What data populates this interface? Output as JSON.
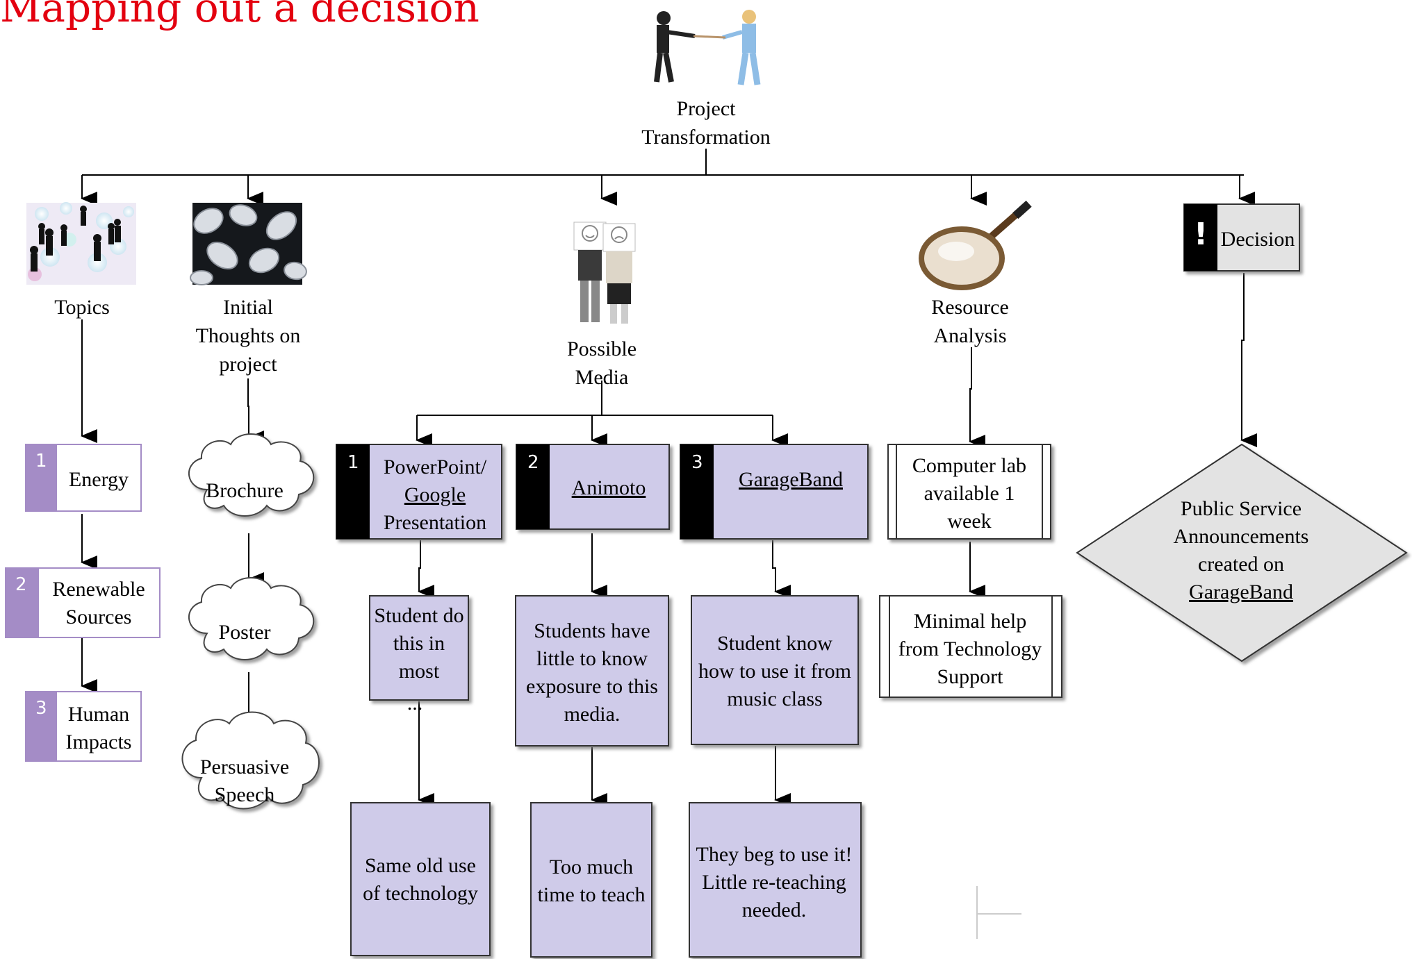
{
  "title": "Mapping out a decision",
  "root": {
    "label_lines": [
      "Project",
      "Transformation"
    ]
  },
  "branches": {
    "topics": {
      "label_lines": [
        "Topics"
      ],
      "items": [
        {
          "number": "1",
          "lines": [
            "Energy"
          ]
        },
        {
          "number": "2",
          "lines": [
            "Renewable",
            "Sources"
          ]
        },
        {
          "number": "3",
          "lines": [
            "Human",
            "Impacts"
          ]
        }
      ]
    },
    "initial_thoughts": {
      "label_lines": [
        "Initial",
        "Thoughts on",
        "project"
      ],
      "items": [
        {
          "lines": [
            "Brochure"
          ]
        },
        {
          "lines": [
            "Poster"
          ]
        },
        {
          "lines": [
            "Persuasive",
            "Speech"
          ]
        }
      ]
    },
    "possible_media": {
      "label_lines": [
        "Possible",
        "Media"
      ],
      "options": [
        {
          "number": "1",
          "lines": [
            "PowerPoint/",
            "Google",
            "Presentation"
          ],
          "note": [
            "Student do",
            "this in",
            "most"
          ],
          "ellipsis": "...",
          "outcome": [
            "Same old use",
            "of technology"
          ]
        },
        {
          "number": "2",
          "lines": [
            "Animoto"
          ],
          "note": [
            "Students have",
            "little to know",
            "exposure to this",
            "media."
          ],
          "outcome": [
            "Too much",
            "time to teach"
          ]
        },
        {
          "number": "3",
          "lines": [
            "GarageBand"
          ],
          "note": [
            "Student know",
            "how to use it from",
            "music class"
          ],
          "outcome": [
            "They beg to use it!",
            "Little re-teaching",
            "needed."
          ]
        }
      ]
    },
    "resource_analysis": {
      "label_lines": [
        "Resource",
        "Analysis"
      ],
      "items": [
        {
          "lines": [
            "Computer lab",
            "available 1",
            "week"
          ]
        },
        {
          "lines": [
            "Minimal help",
            "from Technology",
            "Support"
          ]
        }
      ]
    },
    "decision": {
      "label": "Decision",
      "icon_glyph": "!",
      "result_lines": [
        "Public Service",
        "Announcements",
        "created on",
        "GarageBand"
      ]
    }
  },
  "colors": {
    "title": "#e3000f",
    "lavender_fill": "#cfcbe9",
    "purple_tab": "#a48cc6",
    "black_tab": "#000000",
    "decision_fill": "#e3e3e3",
    "cloud_fill": "#ffffff",
    "arrow": "#000000"
  },
  "icons": {
    "root": "tug-of-war-icon",
    "topics": "people-on-bubbles-icon",
    "initial_thoughts": "lightbulbs-icon",
    "possible_media": "happy-sad-signs-icon",
    "resource_analysis": "magnifying-glass-icon",
    "decision": "exclamation-icon"
  }
}
